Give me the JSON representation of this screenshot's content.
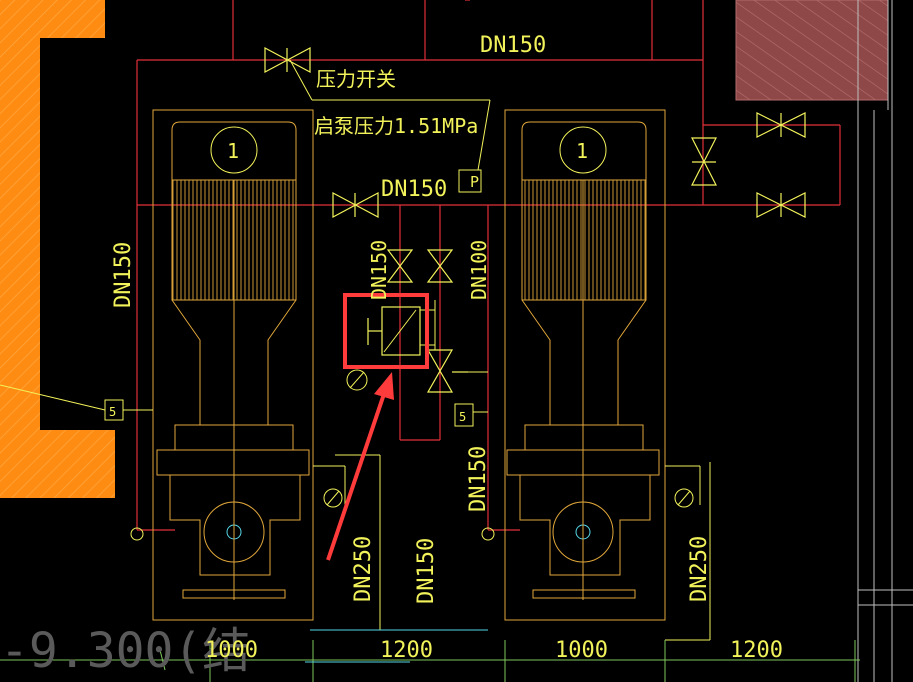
{
  "drawing": {
    "labels": {
      "dn150_top": "DN150",
      "pressure_switch": "压力开关",
      "start_pressure": "启泵压力1.51MPa",
      "dn150_mid": "DN150",
      "dn150_left_vertical": "DN150",
      "dn150_center_vertical": "DN150",
      "dn100_vertical": "DN100",
      "dn150_right_vertical": "DN150",
      "dn250_left": "DN250",
      "dn150_bottom_center": "DN150",
      "dn250_right": "DN250",
      "pressure_gauge_tag": "P",
      "pump1_number": "1",
      "pump2_number": "1",
      "tag_left": "5",
      "tag_right": "5",
      "elevation_text": "-9.300(结",
      "dim_1000_left": "1000",
      "dim_1200_left": "1200",
      "dim_1000_right": "1000",
      "dim_1200_right": "1200"
    },
    "colors": {
      "pipe_red": "#e0303a",
      "line_yellow": "#f2f25a",
      "equipment_orange": "#e0a63a",
      "wall_orange": "#ff8c12",
      "dim_green": "#7ec65a",
      "highlight_red": "#ff3b3b",
      "hatch_brown": "#9a4a4a",
      "cyan_line": "#56d8e8"
    }
  }
}
